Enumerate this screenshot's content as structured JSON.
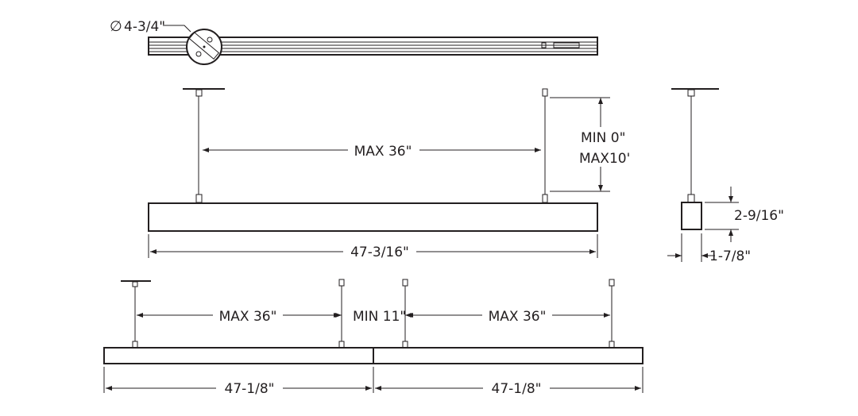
{
  "top_view": {
    "diameter_symbol": "∅",
    "canopy_diameter": "4-3/4\""
  },
  "front_view": {
    "cable_spacing": "MAX 36\"",
    "drop_min": "MIN 0\"",
    "drop_max": "MAX10'",
    "length": "47-3/16\""
  },
  "side_view": {
    "height": "2-9/16\"",
    "width": "1-7/8\""
  },
  "row_view": {
    "spacing_left": "MAX 36\"",
    "spacing_middle": "MIN 11\"",
    "spacing_right": "MAX 36\"",
    "length_left": "47-1/8\"",
    "length_right": "47-1/8\""
  },
  "colors": {
    "line": "#231f20",
    "background": "#ffffff"
  }
}
